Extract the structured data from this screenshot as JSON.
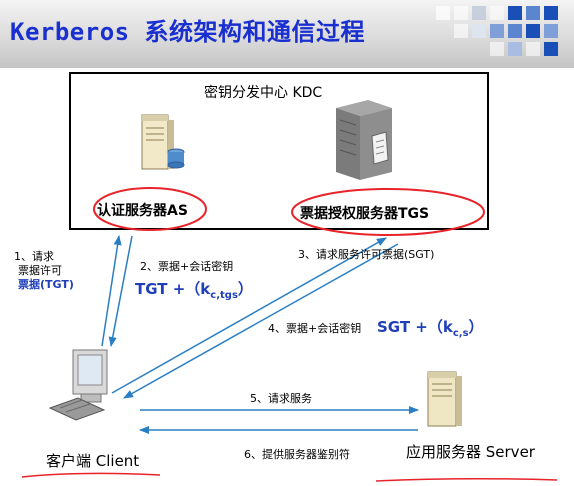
{
  "title": "Kerberos 系统架构和通信过程",
  "kdc": {
    "label": "密钥分发中心 KDC",
    "as_label": "认证服务器AS",
    "tgs_label": "票据授权服务器TGS"
  },
  "client": {
    "label": "客户端 Client"
  },
  "server": {
    "label": "应用服务器 Server"
  },
  "steps": {
    "s1_line1": "1、请求",
    "s1_line2": "票据许可",
    "s1_line3": "票据(TGT)",
    "s2_text": "2、票据+会话密钥",
    "s2_tgt": "TGT +（k",
    "s2_sub": "c,tgs",
    "s2_close": "）",
    "s3_text": "3、请求服务许可票据(SGT)",
    "s4_text": "4、票据+会话密钥",
    "s4_sgt": "SGT +（k",
    "s4_sub": "c,s",
    "s4_close": "）",
    "s5_text": "5、请求服务",
    "s6_text": "6、提供服务器鉴别符"
  },
  "colors": {
    "title": "#1a2fd0",
    "arrow": "#2a7fc4",
    "highlight": "#e8232a",
    "step_text": "#1f3fb8",
    "deco_square": "#1a4fb8"
  },
  "icons": {
    "as": "server-tower-with-database-icon",
    "tgs": "server-rack-icon",
    "client": "desktop-computer-icon",
    "server": "server-tower-icon"
  }
}
